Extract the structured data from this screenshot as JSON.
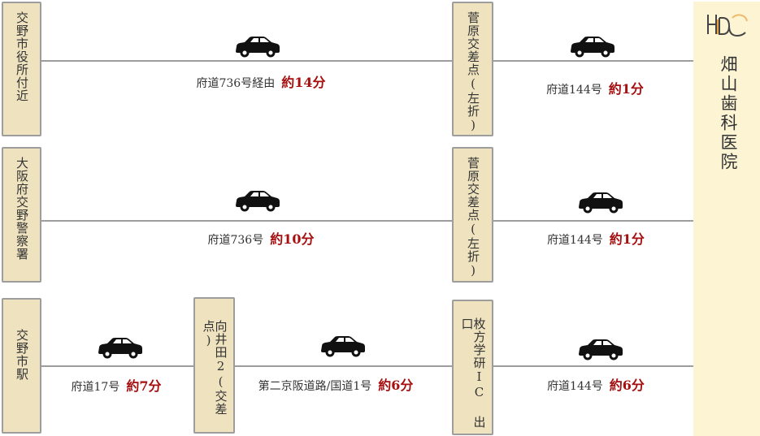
{
  "colors": {
    "accent": "#a50f0f",
    "box": "#efe3bf",
    "destination_bg": "#fdf4d4"
  },
  "destination": {
    "logo": "HDC",
    "name": "畑山歯科医院"
  },
  "rows": [
    {
      "start": "交野市役所付近",
      "mid": "菅原交差点(左折)",
      "seg1": {
        "route": "府道736号経由",
        "time": "約14分"
      },
      "seg2": {
        "route": "府道144号",
        "time": "約1分"
      }
    },
    {
      "start": "大阪府交野警察署",
      "mid": "菅原交差点(左折)",
      "seg1": {
        "route": "府道736号",
        "time": "約10分"
      },
      "seg2": {
        "route": "府道144号",
        "time": "約1分"
      }
    },
    {
      "start": "交野市駅",
      "mid1": "向井田2(交差点)",
      "mid2": "枚方学研IC 出口",
      "seg1": {
        "route": "府道17号",
        "time": "約7分"
      },
      "seg2": {
        "route": "第二京阪道路/国道1号",
        "time": "約6分"
      },
      "seg3": {
        "route": "府道144号",
        "time": "約6分"
      }
    }
  ]
}
